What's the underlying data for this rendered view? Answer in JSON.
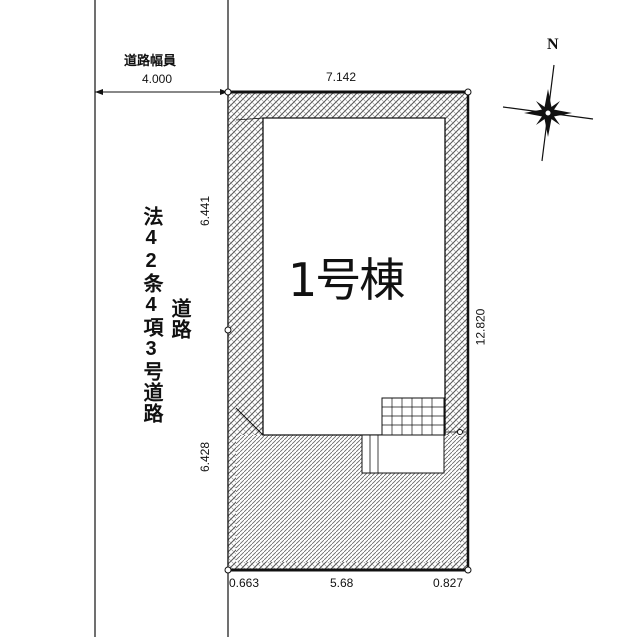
{
  "road": {
    "width_label": "道路幅員",
    "width_value": "4.000",
    "name_col1": "法42条4項3号道路",
    "name_col2": "道路"
  },
  "building": {
    "label": "1号棟"
  },
  "dimensions": {
    "top": "7.142",
    "left_upper": "6.441",
    "left_lower": "6.428",
    "right": "12.820",
    "bottom_left": "0.663",
    "bottom_mid": "5.68",
    "bottom_right": "0.827"
  },
  "compass": {
    "north_label": "N"
  }
}
